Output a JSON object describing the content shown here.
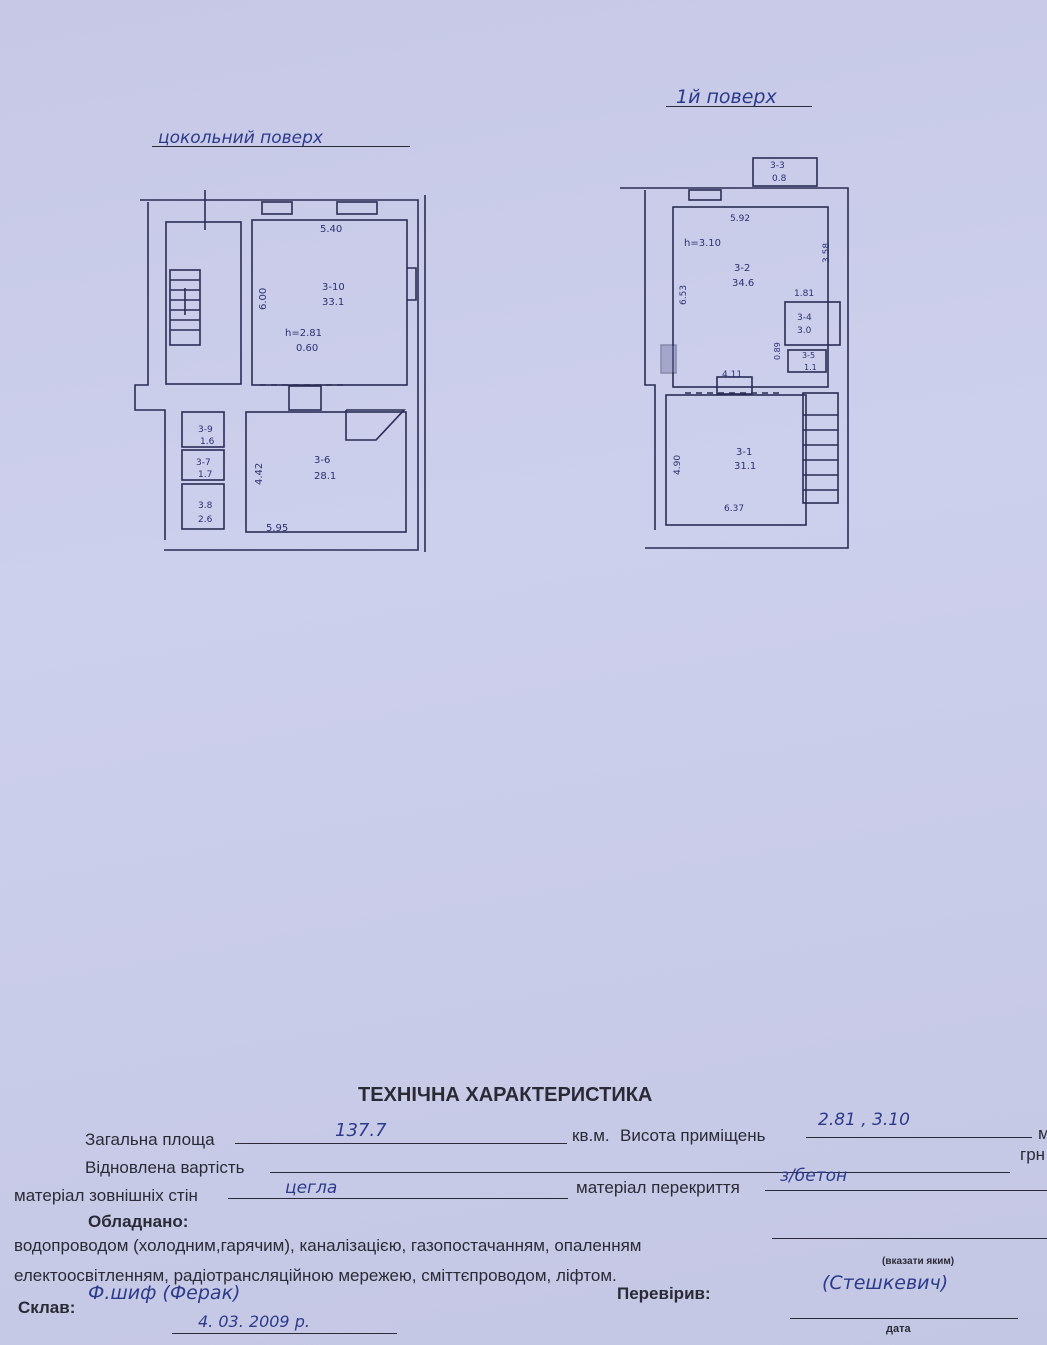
{
  "plans": {
    "basement": {
      "title": "цокольний поверх",
      "labels": {
        "top_width": "5.40",
        "room_3_10_id": "3-10",
        "room_3_10_area": "33.1",
        "left_height": "6.00",
        "h_value": "h=2.81",
        "h_sub": "0.60",
        "room_3_9_id": "3-9",
        "room_3_9_area": "1.6",
        "room_3_7_id": "3-7",
        "room_3_7_area": "1.7",
        "room_3_8_id": "3.8",
        "room_3_8_area": "2.6",
        "mid_height": "4.42",
        "room_3_6_id": "3-6",
        "room_3_6_area": "28.1",
        "bottom_width": "5.95"
      }
    },
    "first_floor": {
      "title": "1й поверх",
      "labels": {
        "room_3_3_id": "3-3",
        "room_3_3_area": "0.8",
        "top_width": "5.92",
        "h_value": "h=3.10",
        "room_3_2_id": "3-2",
        "room_3_2_area": "34.6",
        "left_height": "6.53",
        "right_height": "3.58",
        "small_width": "1.81",
        "room_3_4_id": "3-4",
        "room_3_4_area": "3.0",
        "small_height": "0.89",
        "room_3_5_id": "3-5",
        "room_3_5_area": "1.1",
        "mid_width": "4.11",
        "room_3_1_id": "3-1",
        "room_3_1_area": "31.1",
        "lower_height": "4.90",
        "bottom_width": "6.37"
      }
    }
  },
  "form": {
    "heading": "ТЕХНІЧНА ХАРАКТЕРИСТИКА",
    "total_area_label": "Загальна площа",
    "total_area_value": "137.7",
    "total_area_unit": "кв.м.",
    "height_label": "Висота приміщень",
    "height_value": "2.81 , 3.10",
    "height_unit": "м",
    "restored_value_label": "Відновлена вартість",
    "restored_value_unit": "грн",
    "walls_label": "матеріал зовнішніх стін",
    "walls_value": "цегла",
    "ceiling_label": "матеріал перекриття",
    "ceiling_value": "з/бетон",
    "equipped_label": "Обладнано:",
    "equipped_line1": "водопроводом (холодним,гарячим), каналізацією, газопостачанням, опаленням",
    "equipped_line2": "електоосвітленням, радіотрансляційною мережею, сміттєпроводом, ліфтом.",
    "specify_hint": "(вказати яким)",
    "compiled_label": "Склав:",
    "compiled_value": "Ф.шиф (Ферак)",
    "compiled_date": "4. 03. 2009 р.",
    "checked_label": "Перевірив:",
    "checked_value": "(Стешкевич)",
    "date_caption": "дата"
  }
}
